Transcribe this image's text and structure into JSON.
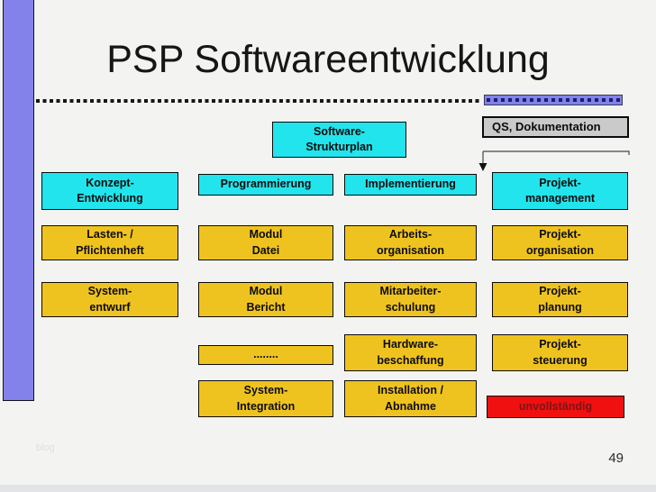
{
  "title": "PSP Softwareentwicklung",
  "page_number": "49",
  "watermark": "blog",
  "colors": {
    "background": "#F3F3F1",
    "accent_bar_blue": "#8282EA",
    "node_cyan": "#22E4EC",
    "node_yellow": "#EFC31F",
    "node_red": "#F01010",
    "red_text": "#7C1414",
    "qs_gray": "#CACACA",
    "dot_navy": "#1c1c72"
  },
  "qs_box": {
    "label": "QS, Dokumentation"
  },
  "boxes": {
    "software_strukturplan": {
      "line1": "Software-",
      "line2": "Strukturplan"
    },
    "konzept": {
      "line1": "Konzept-",
      "line2": "Entwicklung"
    },
    "programmierung": {
      "line1": "Programmierung"
    },
    "implementierung": {
      "line1": "Implementierung"
    },
    "projekt_management": {
      "line1": "Projekt-",
      "line2": "management"
    },
    "lastenheft": {
      "line1": "Lasten- /",
      "line2": "Pflichtenheft"
    },
    "modul_datei": {
      "line1": "Modul",
      "line2": "Datei"
    },
    "arbeitsorganisation": {
      "line1": "Arbeits-",
      "line2": "organisation"
    },
    "projekt_organisation": {
      "line1": "Projekt-",
      "line2": "organisation"
    },
    "systementwurf": {
      "line1": "System-",
      "line2": "entwurf"
    },
    "modul_bericht": {
      "line1": "Modul",
      "line2": "Bericht"
    },
    "mitarbeiterschulung": {
      "line1": "Mitarbeiter-",
      "line2": "schulung"
    },
    "projekt_planung": {
      "line1": "Projekt-",
      "line2": "planung"
    },
    "dots": {
      "line1": "........"
    },
    "hardware": {
      "line1": "Hardware-",
      "line2": "beschaffung"
    },
    "projekt_steuerung": {
      "line1": "Projekt-",
      "line2": "steuerung"
    },
    "system_integration": {
      "line1": "System-",
      "line2": "Integration"
    },
    "installation": {
      "line1": "Installation /",
      "line2": "Abnahme"
    },
    "unvollstaendig": {
      "line1": "unvollständig"
    }
  }
}
